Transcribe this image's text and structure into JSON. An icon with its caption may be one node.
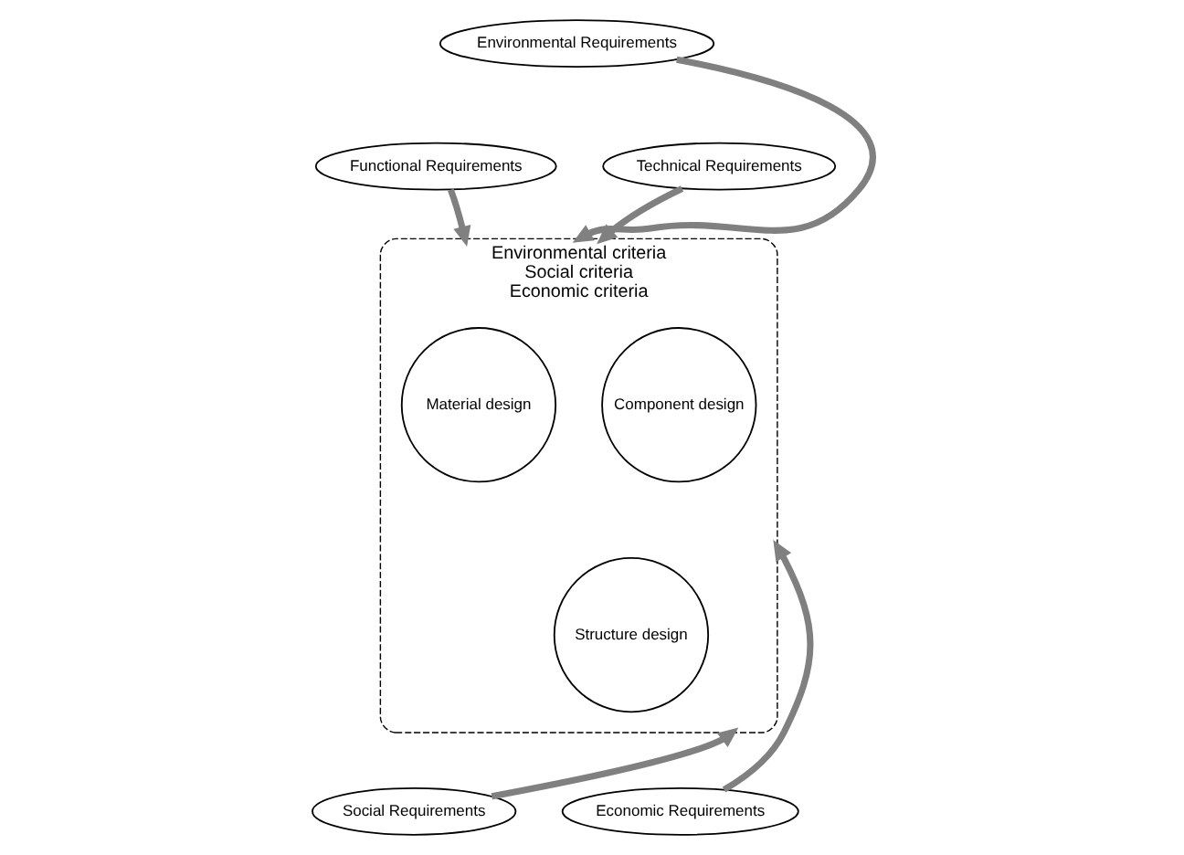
{
  "diagram": {
    "nodes": [
      {
        "text": [
          "Environmental Requirements"
        ]
      },
      {
        "text": [
          "Functional Requirements"
        ]
      },
      {
        "text": [
          "Technical Requirements"
        ]
      },
      {
        "text": [
          "Environmental criteria",
          "Social criteria",
          "Economic criteria"
        ]
      },
      {
        "text": [
          "Material design"
        ],
        "in": 3
      },
      {
        "text": [
          "Component design"
        ],
        "in": 3
      },
      {
        "text": [
          "Structure design"
        ],
        "in": 3
      },
      {
        "text": [
          "Social Requirements"
        ]
      },
      {
        "text": [
          "Economic Requirements"
        ]
      }
    ],
    "edges": [
      {
        "from": 0,
        "to": 3,
        "arrow": "to"
      },
      {
        "from": 1,
        "to": 3,
        "arrow": "to"
      },
      {
        "from": 2,
        "to": 3,
        "arrow": "to"
      },
      {
        "from": 7,
        "to": 3,
        "arrow": "to"
      },
      {
        "from": 8,
        "to": 3,
        "arrow": "to"
      }
    ]
  }
}
